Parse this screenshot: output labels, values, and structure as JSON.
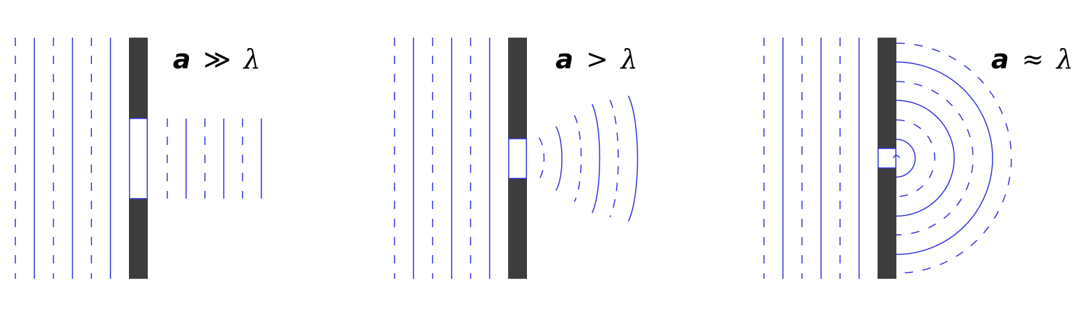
{
  "colors": {
    "wave": "#3333dd",
    "barrier": "#3d3d3d",
    "background": "#ffffff",
    "text": "#000000"
  },
  "panels": [
    {
      "id": "wide-slit",
      "label": {
        "var": "a",
        "relation": "≫",
        "wavelength": "λ"
      },
      "diffraction": "straight"
    },
    {
      "id": "medium-slit",
      "label": {
        "var": "a",
        "relation": ">",
        "wavelength": "λ"
      },
      "diffraction": "curved"
    },
    {
      "id": "narrow-slit",
      "label": {
        "var": "a",
        "relation": "≈",
        "wavelength": "λ"
      },
      "diffraction": "circular"
    }
  ]
}
